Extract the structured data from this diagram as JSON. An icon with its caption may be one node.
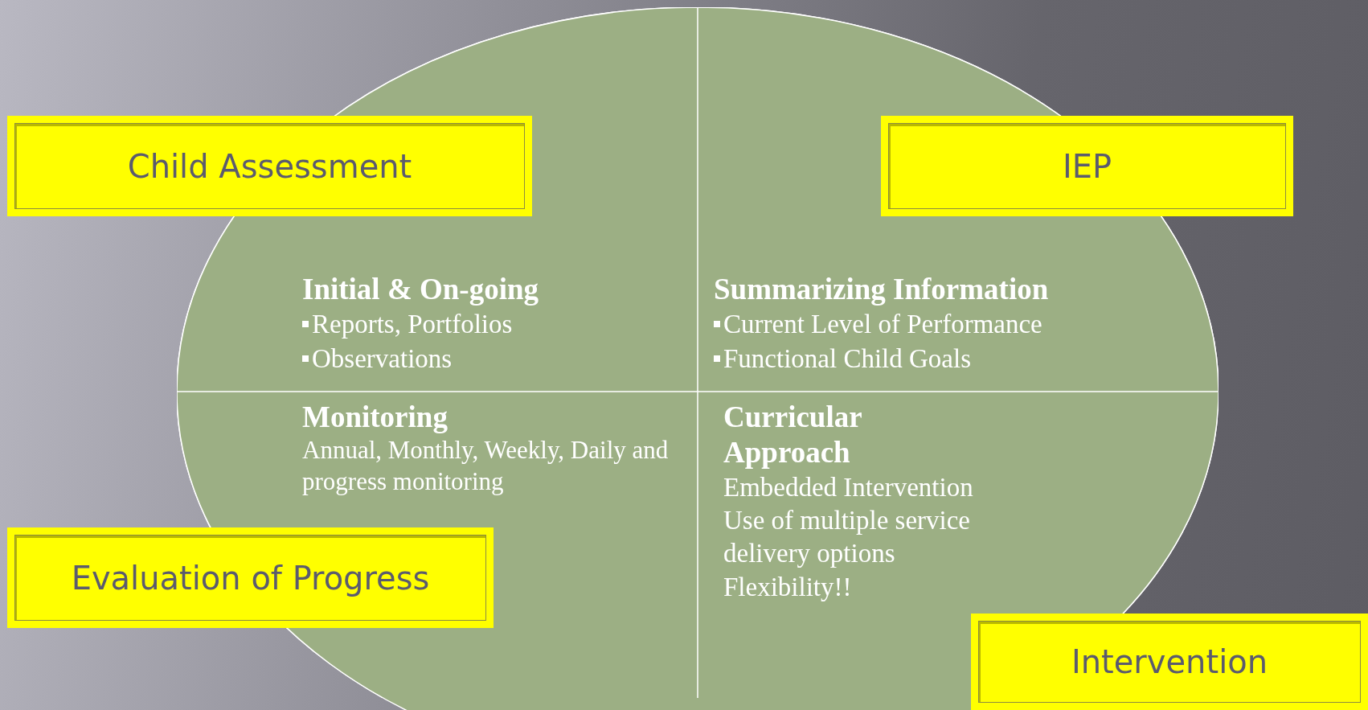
{
  "diagram": {
    "nodes": [
      {
        "text": [],
        "shape": "ellipse"
      },
      {
        "text": [
          "Initial & On-going",
          "Reports, Portfolios",
          "Observations"
        ],
        "in": 0
      },
      {
        "text": [
          "Summarizing Information",
          "Current Level of Performance",
          "Functional Child Goals"
        ],
        "in": 0
      },
      {
        "text": [
          "Monitoring",
          "Annual, Monthly, Weekly, Daily and progress monitoring"
        ],
        "in": 0
      },
      {
        "text": [
          "Curricular Approach",
          "Embedded Intervention",
          "Use of multiple service delivery options",
          "Flexibility!!"
        ],
        "in": 0
      },
      {
        "text": [
          "Child Assessment"
        ]
      },
      {
        "text": [
          "IEP"
        ]
      },
      {
        "text": [
          "Evaluation of Progress"
        ]
      },
      {
        "text": [
          "Intervention"
        ]
      }
    ]
  }
}
